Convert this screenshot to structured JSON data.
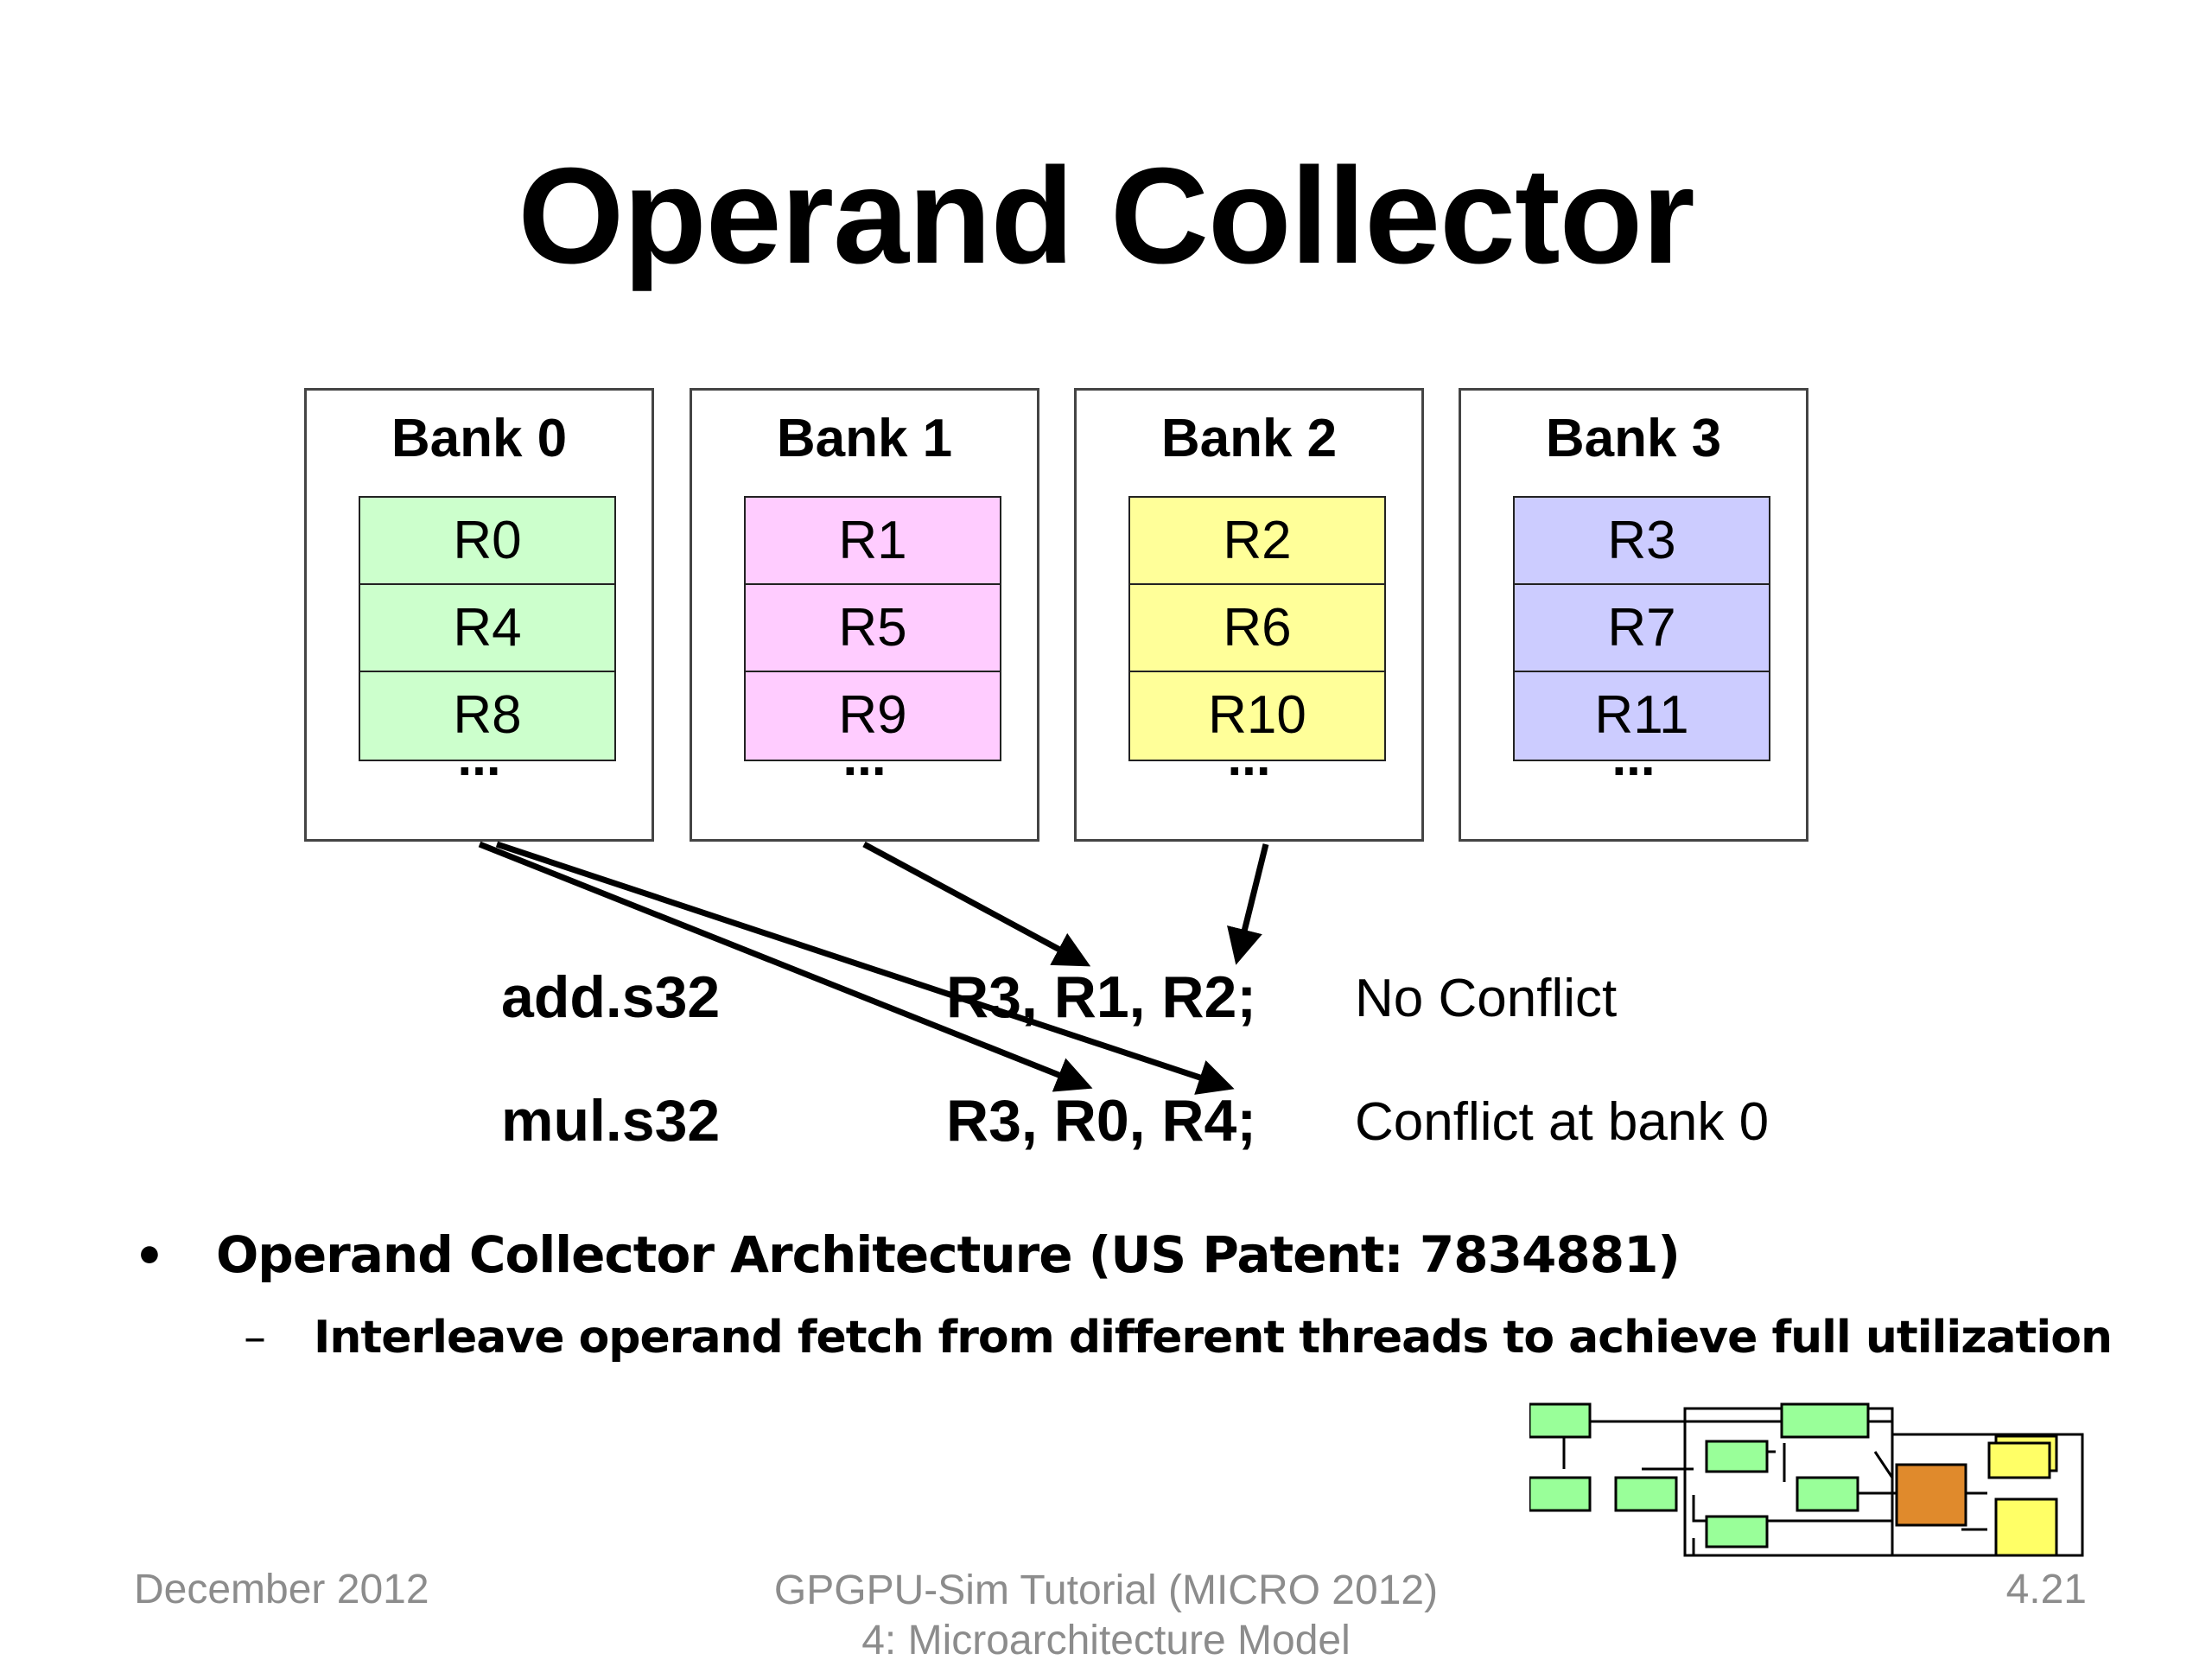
{
  "title": "Operand Collector",
  "banks": [
    {
      "label": "Bank 0",
      "color": "#ccffcc",
      "registers": [
        "R0",
        "R4",
        "R8"
      ],
      "more": "..."
    },
    {
      "label": "Bank 1",
      "color": "#ffccff",
      "registers": [
        "R1",
        "R5",
        "R9"
      ],
      "more": "..."
    },
    {
      "label": "Bank 2",
      "color": "#ffff99",
      "registers": [
        "R2",
        "R6",
        "R10"
      ],
      "more": "..."
    },
    {
      "label": "Bank 3",
      "color": "#ccccff",
      "registers": [
        "R3",
        "R7",
        "R11"
      ],
      "more": "..."
    }
  ],
  "instructions": [
    {
      "opcode": "add.s32",
      "operands": "R3, R1, R2;",
      "status": "No Conflict"
    },
    {
      "opcode": "mul.s32",
      "operands": "R3, R0, R4;",
      "status": "Conflict at bank 0"
    }
  ],
  "bullets": {
    "marker": "•",
    "main": "Operand Collector Architecture (US Patent: 7834881)",
    "sub_marker": "–",
    "sub": "Interleave operand fetch from different threads to achieve full utilization"
  },
  "footer": {
    "date": "December 2012",
    "center_line1": "GPGPU-Sim Tutorial (MICRO 2012)",
    "center_line2": "4: Microarchitecture Model",
    "page": "4.21"
  },
  "colors": {
    "thumb_green": "#99ff99",
    "thumb_yellow": "#ffff66",
    "thumb_orange": "#e08a2c"
  }
}
